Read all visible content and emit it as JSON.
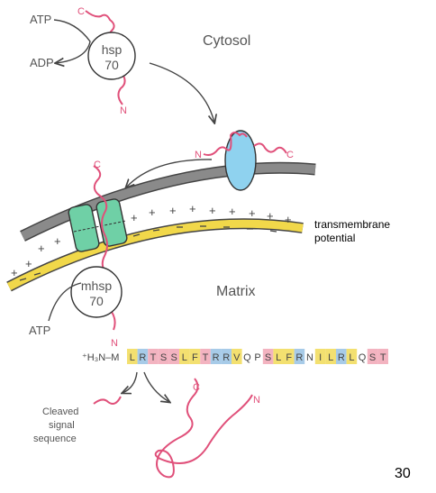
{
  "labels": {
    "cytosol": "Cytosol",
    "matrix": "Matrix",
    "atp_top": "ATP",
    "adp_top": "ADP",
    "hsp70_line1": "hsp",
    "hsp70_line2": "70",
    "mhsp70_line1": "mhsp",
    "mhsp70_line2": "70",
    "atp_matrix": "ATP",
    "c_top": "C",
    "n_top": "N",
    "n_middle": "N",
    "c_middle": "C",
    "c_import": "C",
    "n_matrix": "N",
    "c_mature": "C",
    "n_mature": "N",
    "transmembrane_line1": "transmembrane",
    "transmembrane_line2": "potential",
    "cleaved_line1": "Cleaved",
    "cleaved_line2": "signal",
    "cleaved_line3": "sequence",
    "page_number": "30"
  },
  "sequence": {
    "prefix": "⁺H₃N–M",
    "residues": [
      {
        "aa": "L",
        "cls": "hydrophobic"
      },
      {
        "aa": "R",
        "cls": "basic"
      },
      {
        "aa": "T",
        "cls": "hydroxyl"
      },
      {
        "aa": "S",
        "cls": "hydroxyl"
      },
      {
        "aa": "S",
        "cls": "hydroxyl"
      },
      {
        "aa": "L",
        "cls": "hydrophobic"
      },
      {
        "aa": "F",
        "cls": "hydrophobic"
      },
      {
        "aa": "T",
        "cls": "hydroxyl"
      },
      {
        "aa": "R",
        "cls": "basic"
      },
      {
        "aa": "R",
        "cls": "basic"
      },
      {
        "aa": "V",
        "cls": "hydrophobic"
      },
      {
        "aa": "Q",
        "cls": "none"
      },
      {
        "aa": "P",
        "cls": "none"
      },
      {
        "aa": "S",
        "cls": "hydroxyl"
      },
      {
        "aa": "L",
        "cls": "hydrophobic"
      },
      {
        "aa": "F",
        "cls": "hydrophobic"
      },
      {
        "aa": "R",
        "cls": "basic"
      },
      {
        "aa": "N",
        "cls": "none"
      },
      {
        "aa": "I",
        "cls": "hydrophobic"
      },
      {
        "aa": "L",
        "cls": "hydrophobic"
      },
      {
        "aa": "R",
        "cls": "basic"
      },
      {
        "aa": "L",
        "cls": "hydrophobic"
      },
      {
        "aa": "Q",
        "cls": "none"
      },
      {
        "aa": "S",
        "cls": "hydroxyl"
      },
      {
        "aa": "T",
        "cls": "hydroxyl"
      }
    ]
  },
  "colors": {
    "polypeptide": "#e0507a",
    "hydrophobic": "#f3e070",
    "basic": "#a7cbe8",
    "hydroxyl": "#f3b3c0",
    "outer_membrane": "#8a8a8a",
    "inner_membrane": "#f1d84a",
    "translocase": "#6fd0a6",
    "receptor": "#8fd2ef"
  }
}
